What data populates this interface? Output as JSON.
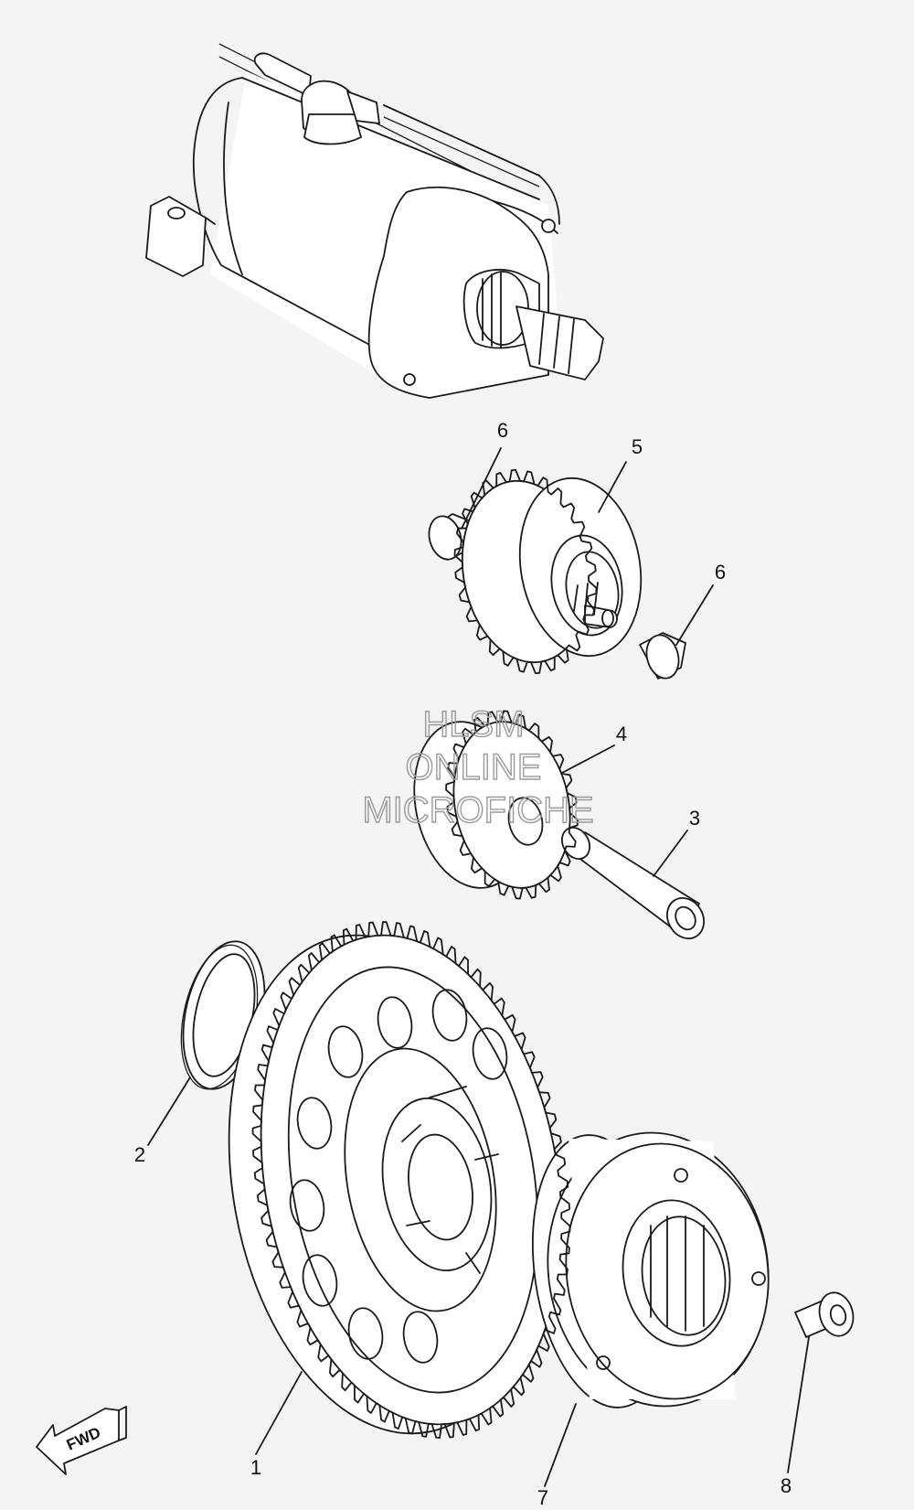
{
  "callouts": [
    {
      "id": "1",
      "label": "1"
    },
    {
      "id": "2",
      "label": "2"
    },
    {
      "id": "3",
      "label": "3"
    },
    {
      "id": "4",
      "label": "4"
    },
    {
      "id": "5",
      "label": "5"
    },
    {
      "id": "6a",
      "label": "6"
    },
    {
      "id": "6b",
      "label": "6"
    },
    {
      "id": "7",
      "label": "7"
    },
    {
      "id": "8",
      "label": "8"
    }
  ],
  "watermark": {
    "line1": "HLSM",
    "line2": "ONLINE",
    "line3": "MICROFICHE"
  },
  "direction_arrow": {
    "label": "FWD",
    "icon": "fwd-arrow-icon"
  }
}
